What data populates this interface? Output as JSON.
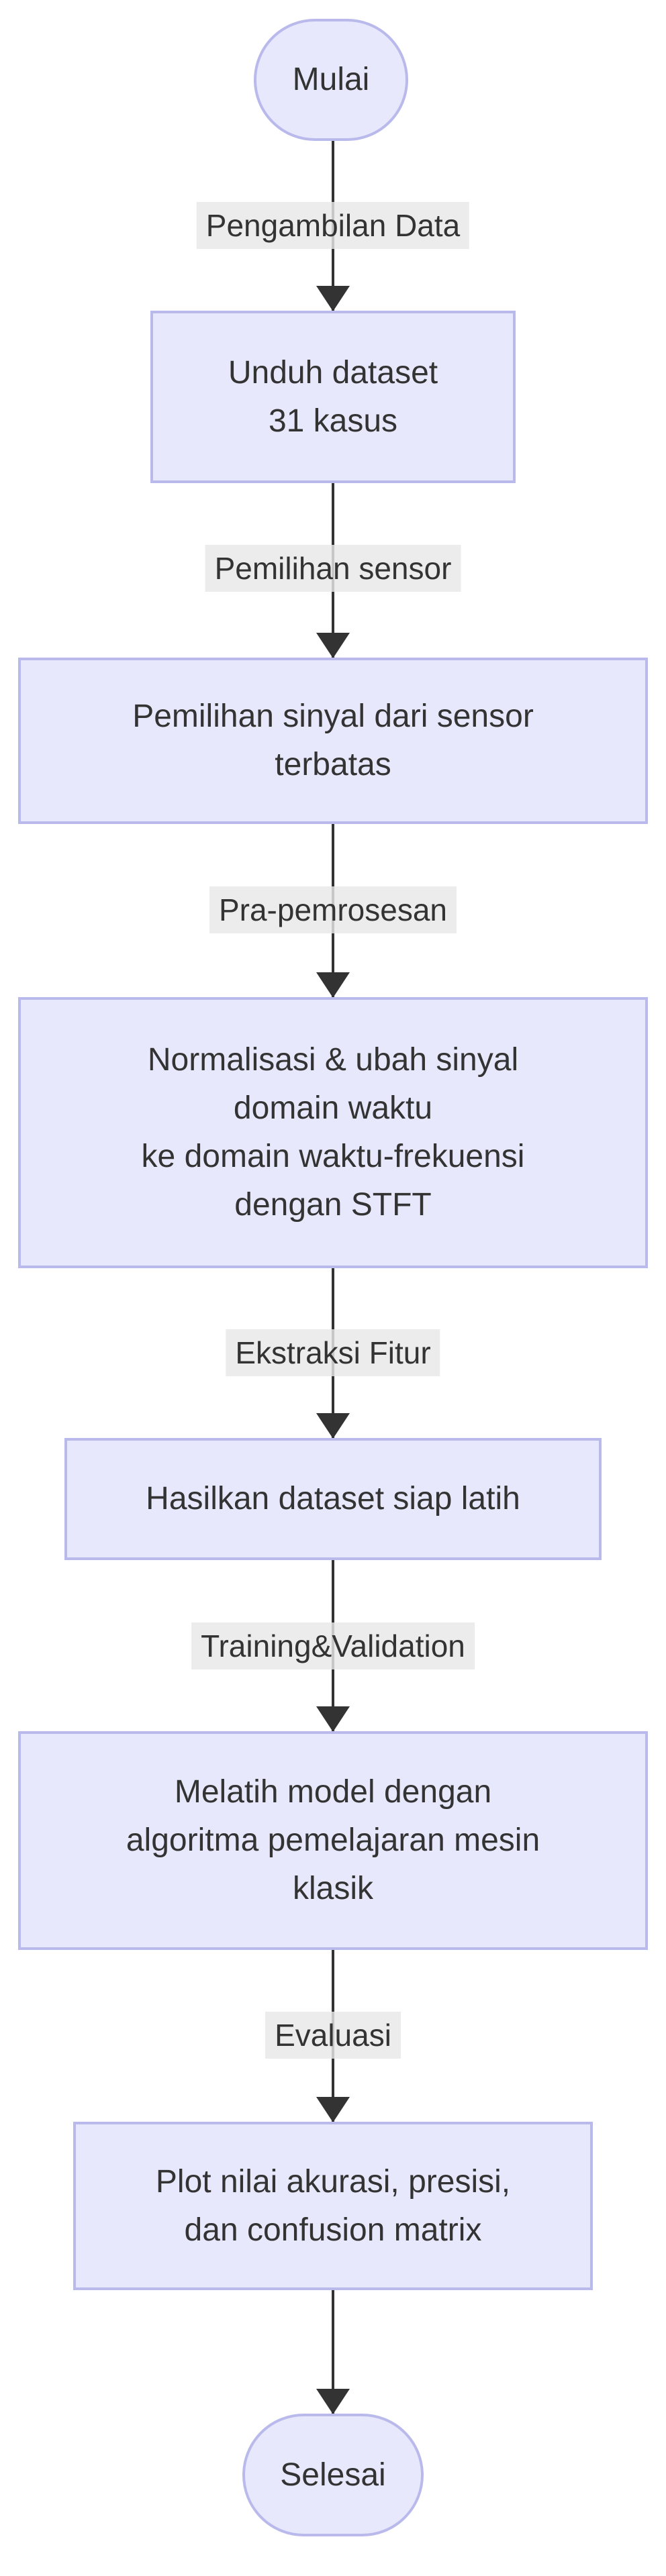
{
  "flow": {
    "nodes": [
      {
        "id": "start",
        "type": "stadium",
        "label": "Mulai"
      },
      {
        "id": "step1",
        "type": "process",
        "lines": [
          "Unduh dataset",
          "31 kasus"
        ]
      },
      {
        "id": "step2",
        "type": "process",
        "lines": [
          "Pemilihan sinyal dari sensor",
          "terbatas"
        ]
      },
      {
        "id": "step3",
        "type": "process",
        "lines": [
          "Normalisasi & ubah sinyal",
          "domain waktu",
          "ke domain waktu-frekuensi",
          "dengan STFT"
        ]
      },
      {
        "id": "step4",
        "type": "process",
        "lines": [
          "Hasilkan dataset siap latih"
        ]
      },
      {
        "id": "step5",
        "type": "process",
        "lines": [
          "Melatih model dengan",
          "algoritma pemelajaran mesin",
          "klasik"
        ]
      },
      {
        "id": "step6",
        "type": "process",
        "lines": [
          "Plot nilai akurasi, presisi,",
          "dan confusion matrix"
        ]
      },
      {
        "id": "end",
        "type": "stadium",
        "label": "Selesai"
      }
    ],
    "edge_labels": [
      "Pengambilan Data",
      "Pemilihan sensor",
      "Pra-pemrosesan",
      "Ekstraksi Fitur",
      "Training&Validation",
      "Evaluasi"
    ],
    "colors": {
      "node_fill": "#E8E8FC",
      "node_border": "#B9B9EC",
      "edge_label_bg": "#E8E8E8",
      "line": "#333333",
      "text": "#333333",
      "background": "#FFFFFF"
    }
  }
}
